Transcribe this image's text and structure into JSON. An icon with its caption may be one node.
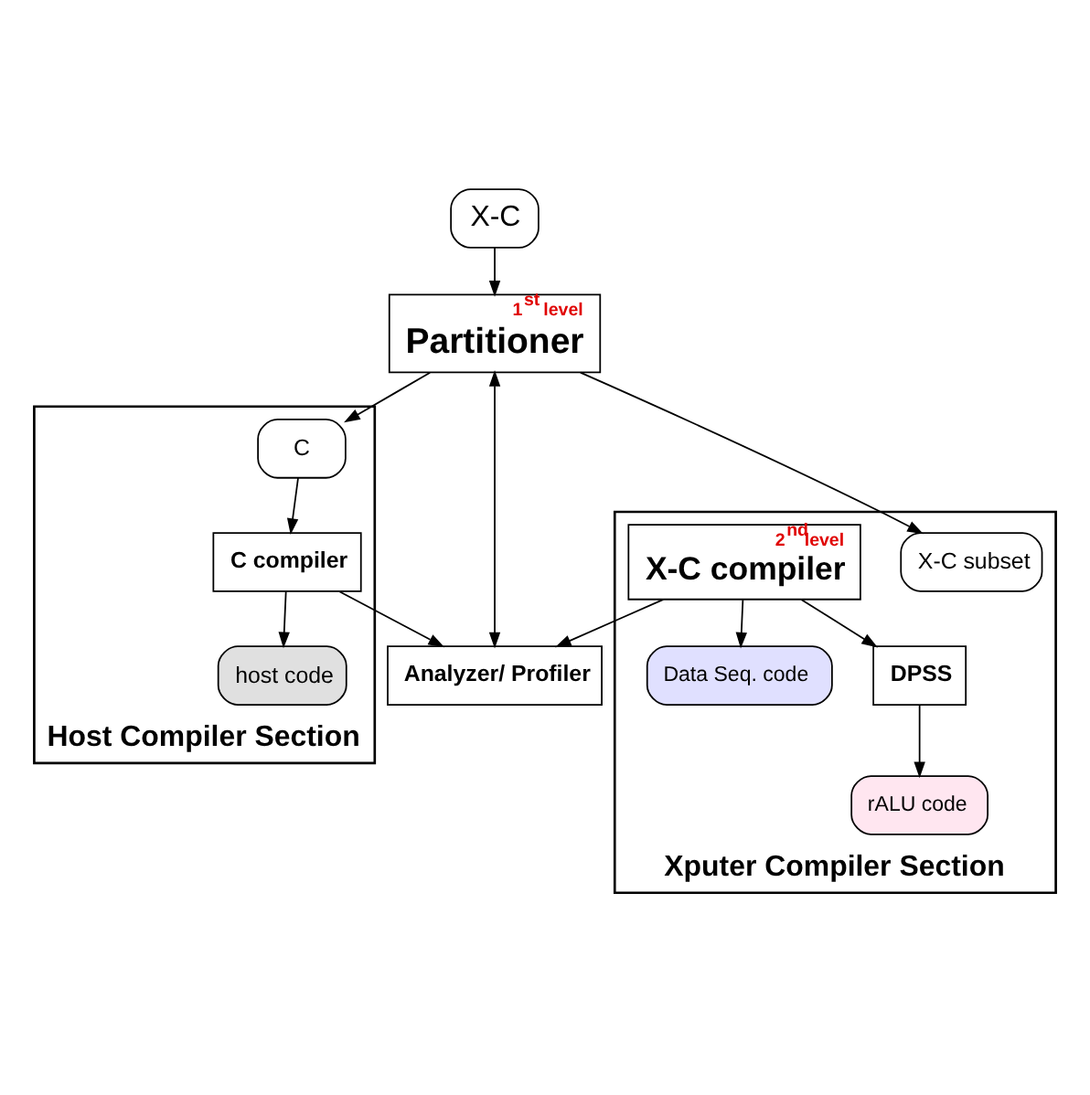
{
  "diagram": {
    "nodes": [
      {
        "text": [
          "X-C"
        ]
      },
      {
        "text": [
          "1$^{st}$ level",
          "Partitioner"
        ]
      },
      {
        "text": [
          "Host Compiler Section"
        ]
      },
      {
        "text": [
          "C"
        ],
        "in": 2
      },
      {
        "text": [
          "C compiler"
        ],
        "in": 2
      },
      {
        "text": [
          "host code"
        ],
        "in": 2
      },
      {
        "text": [
          "Analyzer/ Profiler"
        ]
      },
      {
        "text": [
          "Xputer Compiler Section"
        ]
      },
      {
        "text": [
          "X-C subset"
        ],
        "in": 7
      },
      {
        "text": [
          "2$^{nd}$level",
          "X-C compiler"
        ],
        "in": 7
      },
      {
        "text": [
          "Data Seq. code"
        ],
        "in": 7
      },
      {
        "text": [
          "DPSS"
        ],
        "in": 7
      },
      {
        "text": [
          "rALU code"
        ],
        "in": 7
      }
    ],
    "edges": [
      {
        "from": 0,
        "to": 1,
        "arrow": "to"
      },
      {
        "from": 1,
        "to": 3,
        "arrow": "to"
      },
      {
        "from": 1,
        "to": 6,
        "arrow": "both"
      },
      {
        "from": 1,
        "to": 8,
        "arrow": "to"
      },
      {
        "from": 3,
        "to": 4,
        "arrow": "to"
      },
      {
        "from": 4,
        "to": 6,
        "arrow": "to"
      },
      {
        "from": 9,
        "to": 6,
        "arrow": "to"
      },
      {
        "from": 4,
        "to": 5,
        "arrow": "to"
      },
      {
        "from": 9,
        "to": 10,
        "arrow": "to"
      },
      {
        "from": 9,
        "to": 11,
        "arrow": "to"
      },
      {
        "from": 11,
        "to": 12,
        "arrow": "to"
      }
    ]
  }
}
